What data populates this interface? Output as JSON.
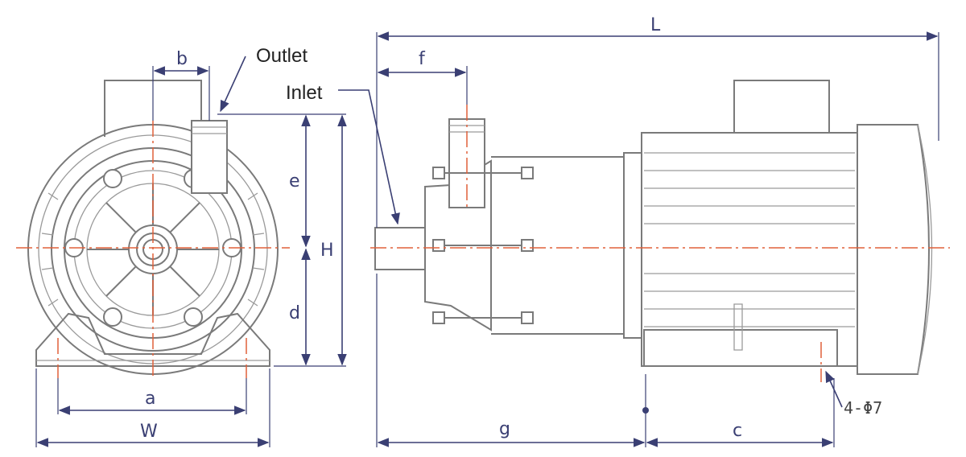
{
  "labels": {
    "outlet": "Outlet",
    "inlet": "Inlet",
    "a": "a",
    "b": "b",
    "c": "c",
    "d": "d",
    "e": "e",
    "f": "f",
    "g": "g",
    "H": "H",
    "L": "L",
    "W": "W",
    "holes": "4-Φ7"
  },
  "colors": {
    "dimension": "#3a3f73",
    "centerline": "#e0603a",
    "outline": "#7a7a7a"
  }
}
